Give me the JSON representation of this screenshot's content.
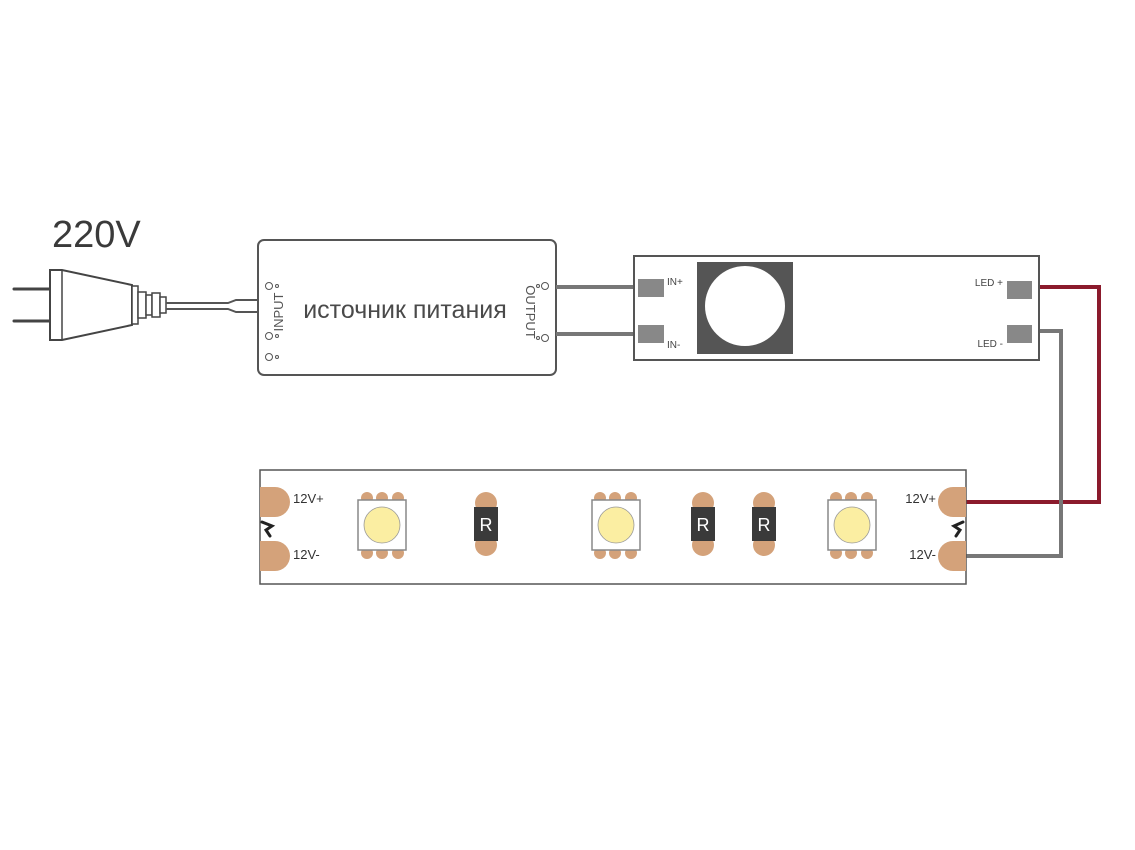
{
  "voltage_label": "220V",
  "power_supply": {
    "name": "источник питания",
    "input_label": "INPUT",
    "output_label": "OUTPUT"
  },
  "controller": {
    "in_plus": "IN+",
    "in_minus": "IN-",
    "led_plus": "LED +",
    "led_minus": "LED -"
  },
  "strip": {
    "left_plus": "12V+",
    "left_minus": "12V-",
    "right_plus": "12V+",
    "right_minus": "12V-",
    "resistor_label": "R"
  },
  "colors": {
    "positive_wire": "#8b1a2c",
    "negative_wire": "#777777",
    "pad": "#d4a27a",
    "led": "#fbeea2",
    "sensor_body": "#555555"
  }
}
